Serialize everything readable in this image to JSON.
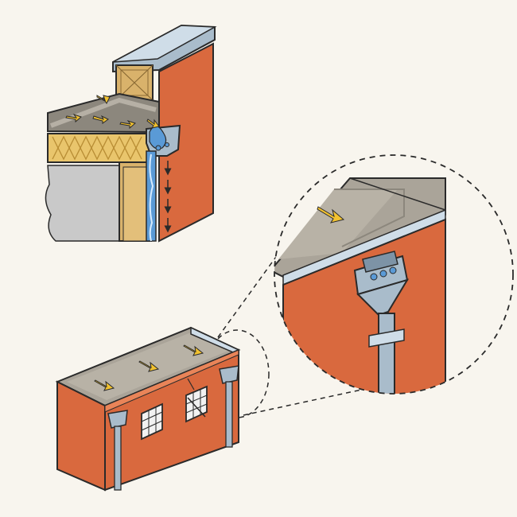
{
  "colors": {
    "background": "#f8f5ee",
    "brick": "#d9693e",
    "brick_dark": "#b9532e",
    "brick_top": "#e98458",
    "roof_surface": "#aaa499",
    "roof_dark": "#8c877d",
    "metal": "#a9bccb",
    "metal_light": "#cfdde8",
    "metal_dark": "#7d93a6",
    "insulation": "#e9c56c",
    "timber": "#d9b26b",
    "plaster": "#c9c9c9",
    "water": "#5a9ad6",
    "arrow": "#f2c230",
    "outline": "#2a2a2a"
  },
  "figures": {
    "cross_section": {
      "description_icon": "roof-edge-section-icon",
      "flow_arrows": 5,
      "downpipe_arrows": 4
    },
    "building": {
      "flow_arrows": 3,
      "windows": 2,
      "downpipes": 2
    },
    "detail_lens": {
      "flow_arrows": 1,
      "droplets": 3
    }
  }
}
